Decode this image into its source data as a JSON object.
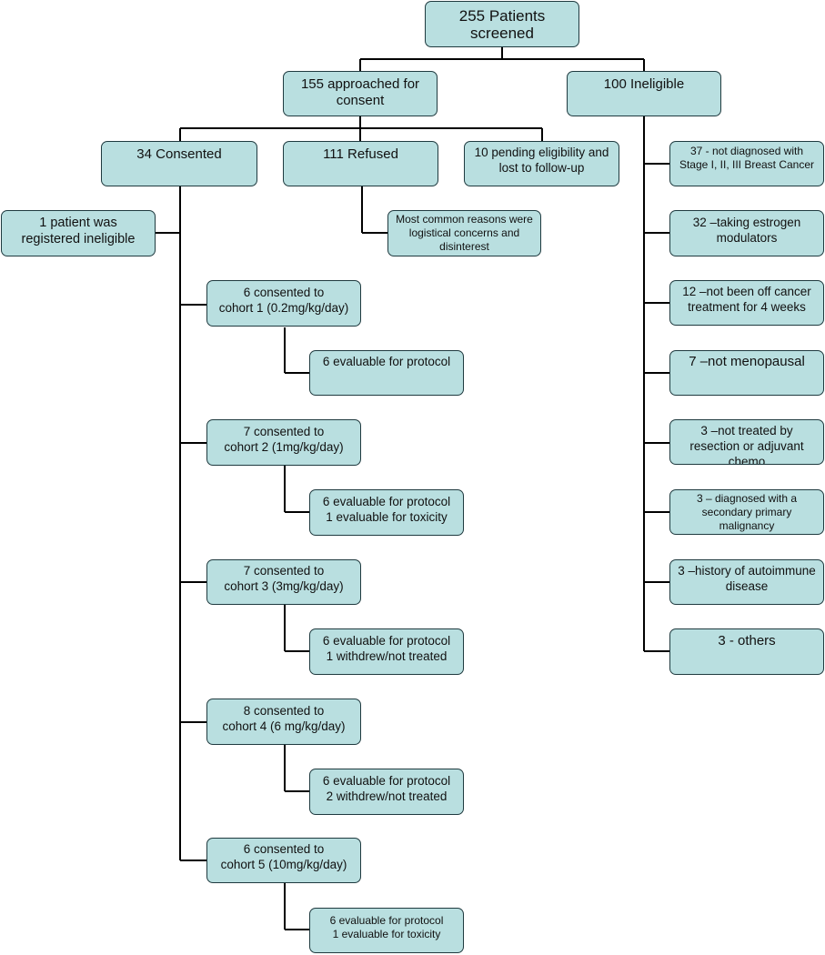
{
  "nodes": {
    "screened": {
      "lines": [
        "255 Patients",
        "screened"
      ]
    },
    "approached": {
      "lines": [
        "155 approached for",
        "consent"
      ]
    },
    "ineligible": {
      "lines": [
        "100 Ineligible"
      ]
    },
    "consented": {
      "lines": [
        "34 Consented"
      ]
    },
    "refused": {
      "lines": [
        "111 Refused"
      ]
    },
    "pending": {
      "lines": [
        "10 pending eligibility and",
        "lost to follow-up"
      ]
    },
    "registered_ineligible": {
      "lines": [
        "1 patient was",
        "registered ineligible"
      ]
    },
    "refused_reasons": {
      "lines": [
        "Most common reasons were",
        "logistical concerns and",
        "disinterest"
      ]
    },
    "cohort1": {
      "lines": [
        "6 consented to",
        "cohort 1 (0.2mg/kg/day)"
      ]
    },
    "cohort1_eval": {
      "lines": [
        "6 evaluable for protocol"
      ]
    },
    "cohort2": {
      "lines": [
        "7 consented to",
        "cohort 2 (1mg/kg/day)"
      ]
    },
    "cohort2_eval": {
      "lines": [
        "6 evaluable for protocol",
        "1 evaluable for toxicity"
      ]
    },
    "cohort3": {
      "lines": [
        "7 consented to",
        "cohort 3 (3mg/kg/day)"
      ]
    },
    "cohort3_eval": {
      "lines": [
        "6 evaluable for protocol",
        "1 withdrew/not treated"
      ]
    },
    "cohort4": {
      "lines": [
        "8 consented to",
        "cohort 4 (6 mg/kg/day)"
      ]
    },
    "cohort4_eval": {
      "lines": [
        "6 evaluable for protocol",
        "2 withdrew/not treated"
      ]
    },
    "cohort5": {
      "lines": [
        "6 consented to",
        "cohort 5 (10mg/kg/day)"
      ]
    },
    "cohort5_eval": {
      "lines": [
        "6 evaluable for protocol",
        "1 evaluable for toxicity"
      ]
    },
    "inel_1": {
      "lines": [
        "37 - not diagnosed with",
        "Stage I, II, III Breast Cancer"
      ]
    },
    "inel_2": {
      "lines": [
        "32 –taking estrogen",
        "modulators"
      ]
    },
    "inel_3": {
      "lines": [
        "12 –not been off cancer",
        "treatment for 4 weeks"
      ]
    },
    "inel_4": {
      "lines": [
        "7 –not menopausal"
      ]
    },
    "inel_5": {
      "lines": [
        "3 –not treated by",
        "resection or adjuvant",
        "chemo"
      ]
    },
    "inel_6": {
      "lines": [
        "3 – diagnosed with a",
        "secondary primary",
        "malignancy"
      ]
    },
    "inel_7": {
      "lines": [
        "3 –history of autoimmune",
        "disease"
      ]
    },
    "inel_8": {
      "lines": [
        "3 - others"
      ]
    }
  }
}
